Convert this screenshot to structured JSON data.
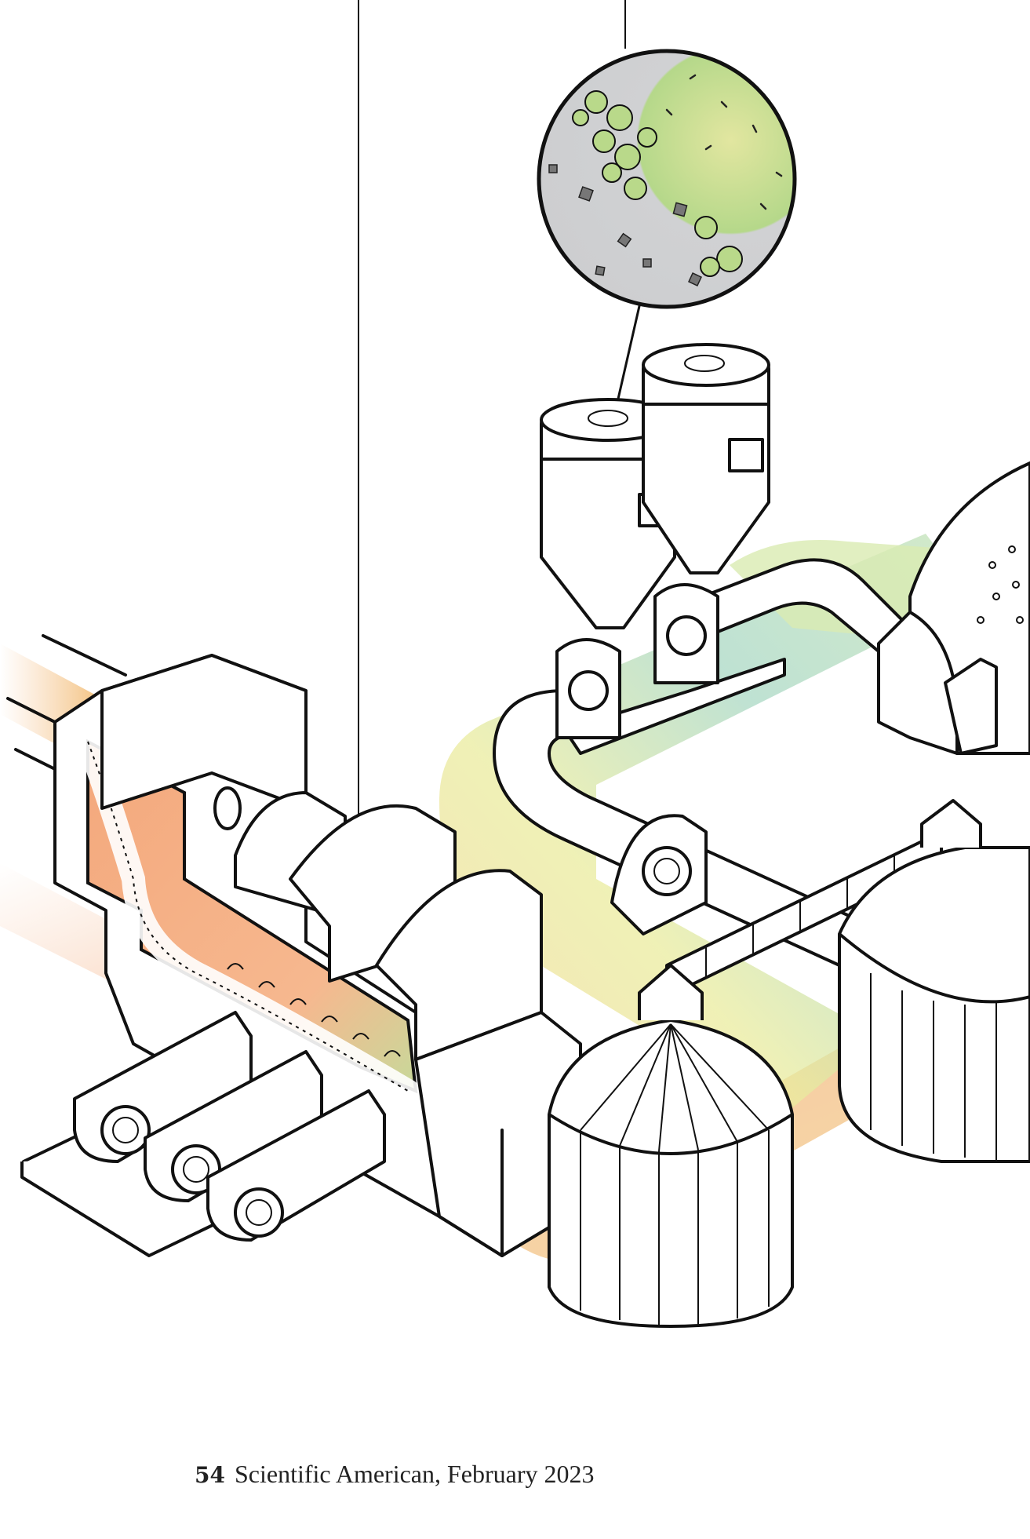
{
  "footer": {
    "page_number": "54",
    "publication": "Scientific American, February 2023"
  },
  "colors": {
    "heat_orange": "#f4a87c",
    "warm_yellow": "#f3d89a",
    "flow_green": "#a9d8b8",
    "flow_lime": "#e9ec9c",
    "zoom_gray": "#cfd0d2",
    "zoom_green": "#b9d98a",
    "outline": "#111111"
  },
  "icons": [
    "cement-kiln",
    "clinker-cooler-fans",
    "twin-silos",
    "ball-mill",
    "storage-silo",
    "conveyor-belt",
    "microscopic-zoom-circle"
  ]
}
